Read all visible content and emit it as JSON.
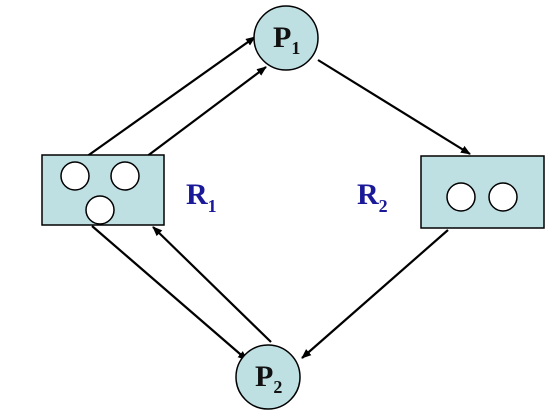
{
  "colors": {
    "node_fill": "#bfe0e3",
    "node_stroke": "#000000",
    "label_process": "#111111",
    "label_resource": "#1a1a99",
    "edge": "#000000",
    "instance_fill": "#ffffff"
  },
  "processes": [
    {
      "id": "P1",
      "letter": "P",
      "sub": "1"
    },
    {
      "id": "P2",
      "letter": "P",
      "sub": "2"
    }
  ],
  "resources": [
    {
      "id": "R1",
      "letter": "R",
      "sub": "1",
      "instances": 3
    },
    {
      "id": "R2",
      "letter": "R",
      "sub": "2",
      "instances": 2
    }
  ],
  "edges": [
    {
      "from": "R1",
      "to": "P1",
      "kind": "assignment"
    },
    {
      "from": "R1",
      "to": "P1",
      "kind": "assignment"
    },
    {
      "from": "P1",
      "to": "R2",
      "kind": "request"
    },
    {
      "from": "R2",
      "to": "P2",
      "kind": "assignment"
    },
    {
      "from": "R1",
      "to": "P2",
      "kind": "assignment"
    },
    {
      "from": "P2",
      "to": "R1",
      "kind": "request"
    }
  ]
}
